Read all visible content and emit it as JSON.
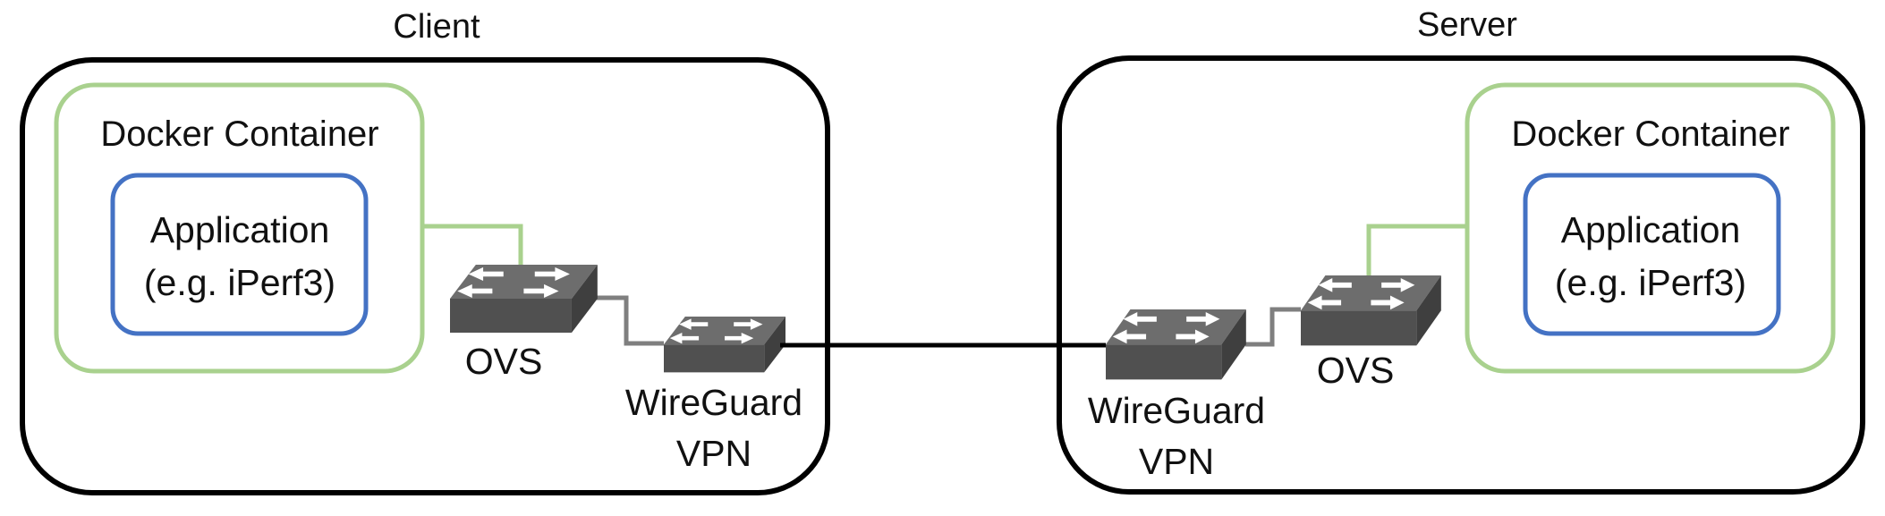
{
  "colors": {
    "host_border": "#000000",
    "container_border": "#a9d18e",
    "app_border": "#4472c4",
    "switch_top": "#6d6d6d",
    "switch_front": "#505050",
    "switch_side": "#3f3f3f",
    "arrow": "#ffffff",
    "bridge_link": "#7f7f7f",
    "container_link": "#a9d18e",
    "tunnel_link": "#000000"
  },
  "client": {
    "title": "Client",
    "container_title": "Docker Container",
    "app_line1": "Application",
    "app_line2": "(e.g. iPerf3)",
    "ovs_label": "OVS",
    "vpn_label_line1": "WireGuard",
    "vpn_label_line2": "VPN",
    "ovs_icon": "network-switch-icon",
    "vpn_icon": "network-switch-icon"
  },
  "server": {
    "title": "Server",
    "container_title": "Docker Container",
    "app_line1": "Application",
    "app_line2": "(e.g. iPerf3)",
    "ovs_label": "OVS",
    "vpn_label_line1": "WireGuard",
    "vpn_label_line2": "VPN",
    "ovs_icon": "network-switch-icon",
    "vpn_icon": "network-switch-icon"
  }
}
